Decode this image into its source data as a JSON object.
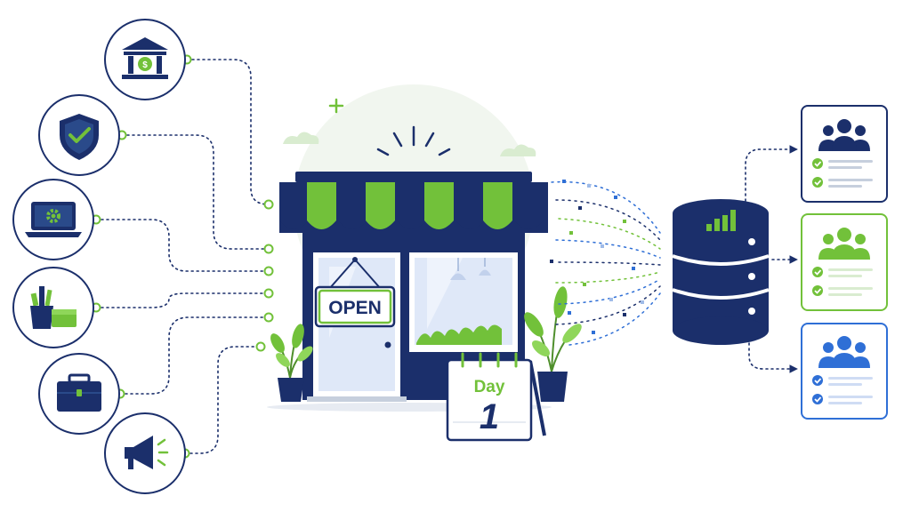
{
  "colors": {
    "navy": "#1b2f6b",
    "green": "#72c13a",
    "blue": "#2f6fd6",
    "light_gray": "#e7ebf2"
  },
  "left_icons": [
    {
      "name": "bank-icon"
    },
    {
      "name": "shield-check-icon"
    },
    {
      "name": "laptop-gear-icon"
    },
    {
      "name": "office-supplies-icon"
    },
    {
      "name": "briefcase-icon"
    },
    {
      "name": "megaphone-icon"
    }
  ],
  "store": {
    "sign_text": "OPEN"
  },
  "calendar": {
    "label": "Day",
    "number": "1"
  },
  "database": {
    "icon": "database-icon"
  },
  "output_cards": [
    {
      "name": "customers-card-navy",
      "accent": "#1b2f6b"
    },
    {
      "name": "customers-card-green",
      "accent": "#72c13a"
    },
    {
      "name": "customers-card-blue",
      "accent": "#2f6fd6"
    }
  ]
}
